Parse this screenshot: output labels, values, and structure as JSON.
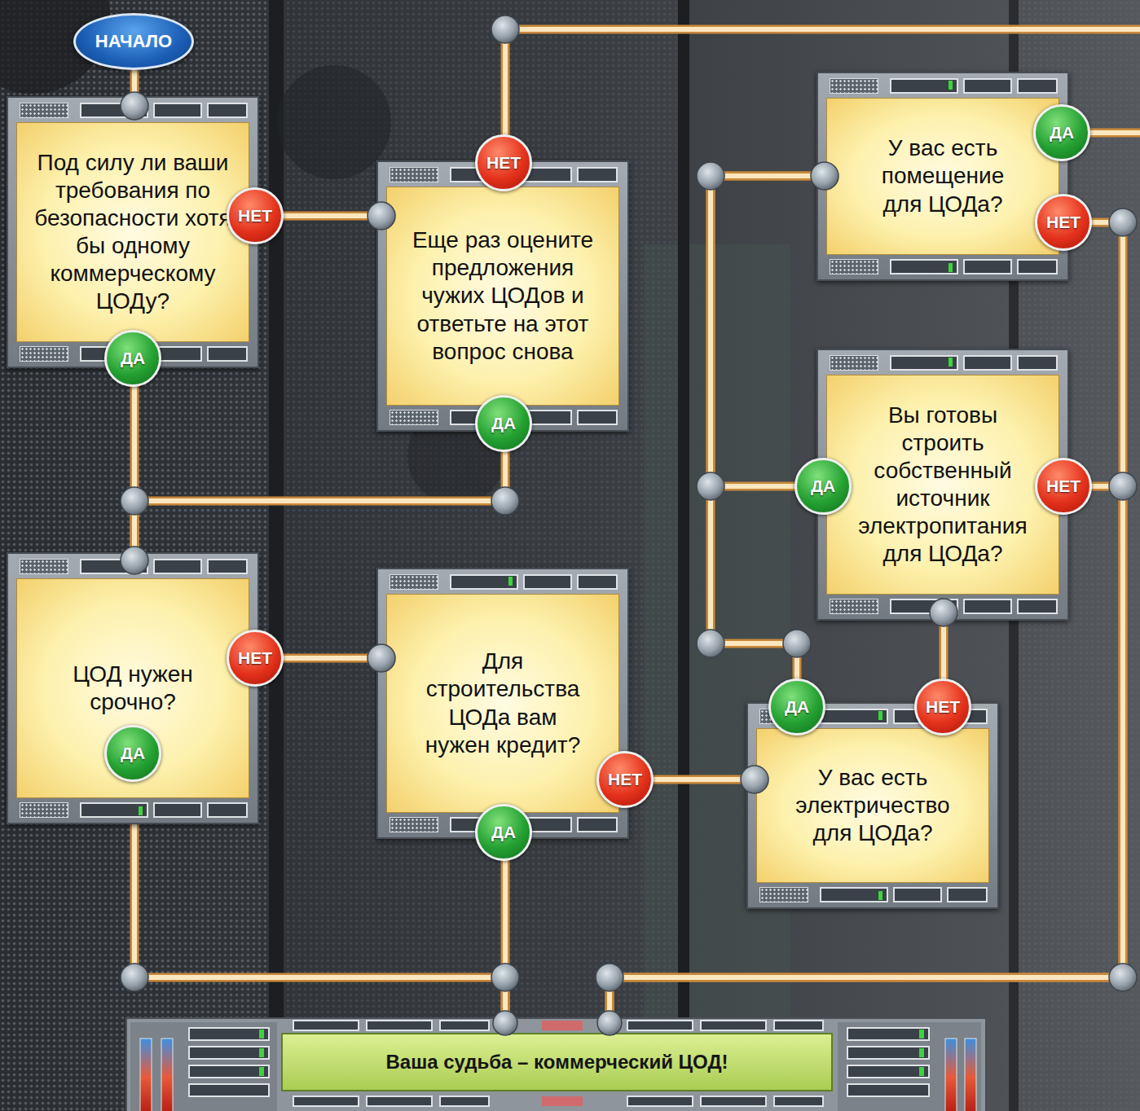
{
  "diagram": {
    "nodes": [
      {
        "text": [
          "НАЧАЛО"
        ]
      },
      {
        "text": [
          "Под силу ли ваши требования по безопасности хотя бы одному коммерческому ЦОДу?"
        ]
      },
      {
        "text": [
          "Еще раз оцените предложения чужих ЦОДов и ответьте на этот вопрос снова"
        ]
      },
      {
        "text": [
          "ЦОД нужен срочно?"
        ]
      },
      {
        "text": [
          "Для строительства ЦОДа вам нужен кредит?"
        ]
      },
      {
        "text": [
          "У вас есть помещение для ЦОДа?"
        ]
      },
      {
        "text": [
          "Вы готовы строить собственный источник электропитания для ЦОДа?"
        ]
      },
      {
        "text": [
          "У вас есть электричество для ЦОДа?"
        ]
      },
      {
        "text": [
          "Ваша судьба – коммерческий ЦОД!"
        ]
      }
    ],
    "edges": [
      {
        "from": 0,
        "to": 1,
        "arrow": "none"
      },
      {
        "from": 1,
        "to": 2,
        "label": "НЕТ",
        "arrow": "none"
      },
      {
        "from": 1,
        "to": 3,
        "label": "ДА",
        "arrow": "none"
      },
      {
        "from": 2,
        "to": 3,
        "label": "ДА",
        "arrow": "none"
      },
      {
        "from": 3,
        "to": 4,
        "label": "НЕТ",
        "arrow": "none"
      },
      {
        "from": 3,
        "to": 8,
        "label": "ДА",
        "arrow": "none"
      },
      {
        "from": 4,
        "to": 7,
        "label": "НЕТ",
        "arrow": "none"
      },
      {
        "from": 4,
        "to": 8,
        "label": "ДА",
        "arrow": "none"
      },
      {
        "from": 7,
        "to": 5,
        "label": "ДА",
        "arrow": "none"
      },
      {
        "from": 7,
        "to": 6,
        "label": "НЕТ",
        "arrow": "none"
      },
      {
        "from": 6,
        "to": 5,
        "label": "ДА",
        "arrow": "none"
      },
      {
        "from": 6,
        "to": 8,
        "label": "НЕТ",
        "arrow": "none"
      },
      {
        "from": 5,
        "to": 8,
        "label": "НЕТ",
        "arrow": "none"
      }
    ],
    "labels": [
      "НЕТ",
      "ДА"
    ]
  }
}
